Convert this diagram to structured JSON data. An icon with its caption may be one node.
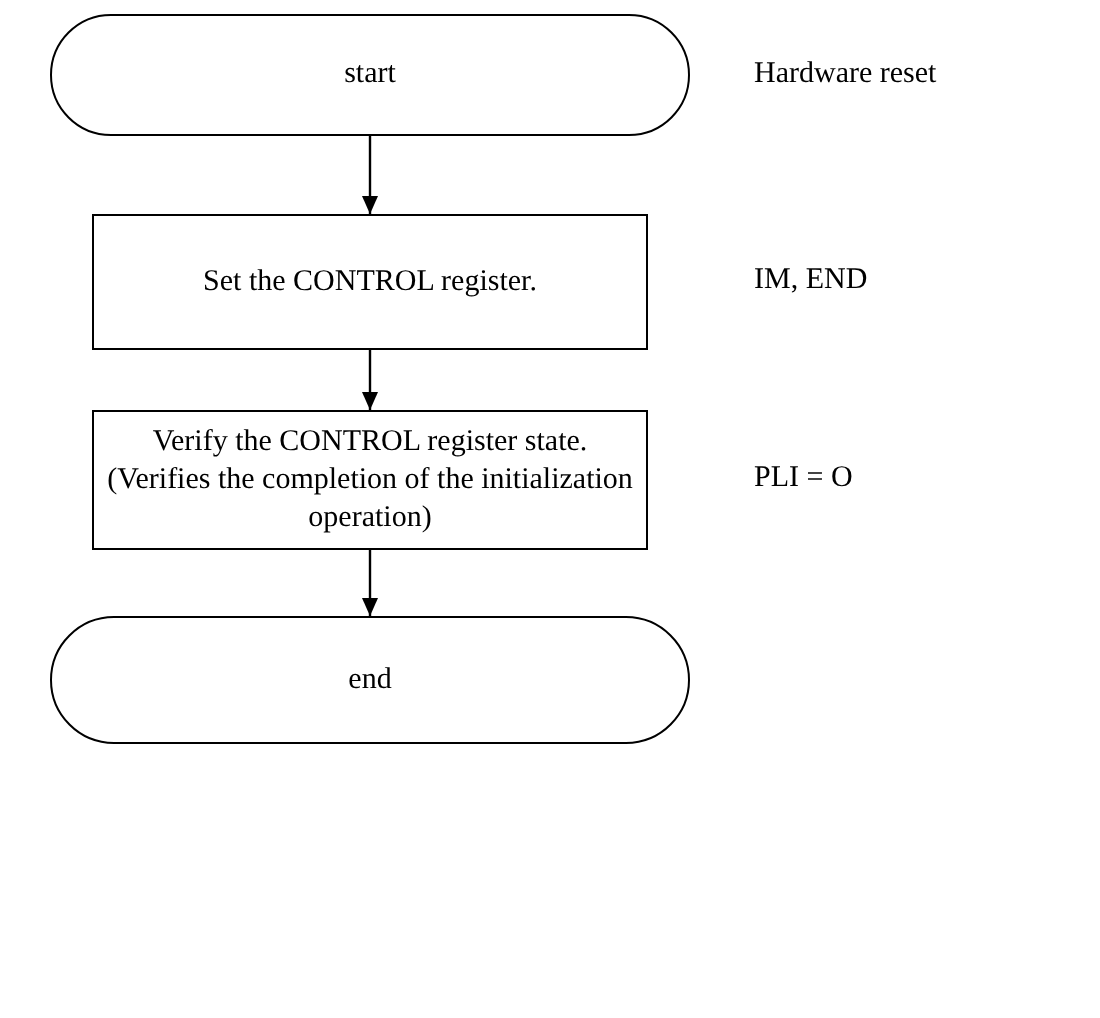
{
  "diagram": {
    "nodes": [
      {
        "text": [
          "start"
        ],
        "beside": [
          "Hardware reset"
        ]
      },
      {
        "text": [
          "Set the CONTROL register."
        ],
        "beside": [
          "IM, END"
        ]
      },
      {
        "text": [
          "Verify the CONTROL register state.",
          "(Verifies the completion of the initialization operation)"
        ],
        "beside": [
          "PLI = O"
        ]
      },
      {
        "text": [
          "end"
        ]
      }
    ],
    "edges": [
      {
        "from": 0,
        "to": 1,
        "arrow": "to"
      },
      {
        "from": 1,
        "to": 2,
        "arrow": "to"
      },
      {
        "from": 2,
        "to": 3,
        "arrow": "to"
      }
    ]
  }
}
